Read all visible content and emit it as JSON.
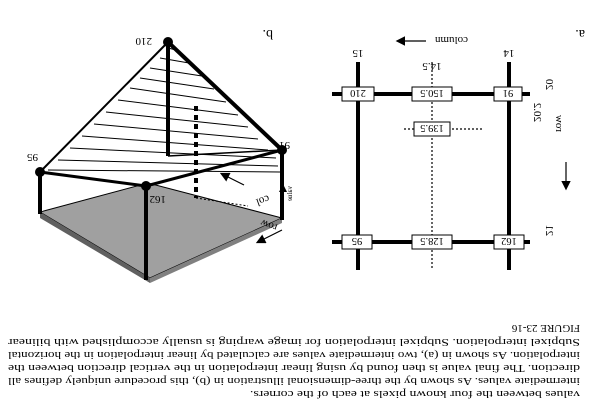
{
  "panel_labels": {
    "a": "a.",
    "b": "b."
  },
  "panel_a": {
    "column_label": "column",
    "row_label": "row",
    "col_headers": [
      "14",
      "14.5",
      "15"
    ],
    "row_headers": [
      "20",
      "20.2",
      "21"
    ],
    "box_values": {
      "top_left": "91",
      "top_mid": "150.5",
      "top_right": "210",
      "mid": "139.5",
      "bot_left": "162",
      "bot_mid": "128.5",
      "bot_right": "95"
    }
  },
  "panel_b": {
    "corner_values": {
      "top": "210",
      "right": "91",
      "left": "95",
      "bottom": "162"
    },
    "axis_labels": {
      "col": "col",
      "row": "row",
      "value": "value"
    }
  },
  "caption": {
    "title": "FIGURE 23-16",
    "lines": [
      "Subpixel interpolation. Subpixel interpolation for image warping is usually accomplished with bilinear",
      "interpolation.  As shown in (a), two intermediate values are calculated by linear interpolation in the horizontal",
      "direction.  The final value is then found by using linear interpolation in the vertical direction between the",
      "intermediate values.  As shown by the three-dimensional illustration in (b), this procedure uniquely defines all",
      "values between the four known pixels at each of the corners."
    ]
  }
}
